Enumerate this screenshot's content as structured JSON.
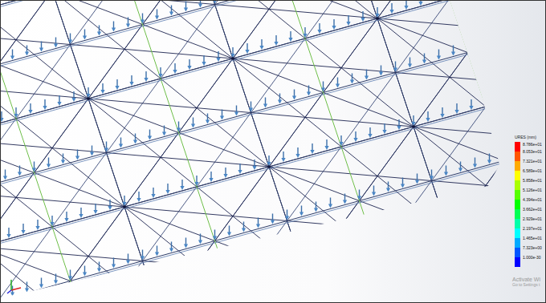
{
  "diagram": {
    "labels": [
      "URES (mm)",
      "Activate Wi",
      "Go to Settings t"
    ],
    "legend": [
      {
        "text": "8.786e+01",
        "color": "#ff0000"
      },
      {
        "text": "8.053e+01",
        "color": "#ff5500"
      },
      {
        "text": "7.321e+01",
        "color": "#ffaa00"
      },
      {
        "text": "6.589e+01",
        "color": "#ffff00"
      },
      {
        "text": "5.858e+01",
        "color": "#aaff00"
      },
      {
        "text": "5.126e+01",
        "color": "#55ff00"
      },
      {
        "text": "4.394e+01",
        "color": "#00ff00"
      },
      {
        "text": "3.662e+01",
        "color": "#00ff55"
      },
      {
        "text": "2.929e+01",
        "color": "#00ffaa"
      },
      {
        "text": "2.197e+01",
        "color": "#00ffff"
      },
      {
        "text": "1.465e+01",
        "color": "#00aaff"
      },
      {
        "text": "7.323e+00",
        "color": "#0055ff"
      },
      {
        "text": "1.000e-30",
        "color": "#0000ff"
      }
    ]
  }
}
